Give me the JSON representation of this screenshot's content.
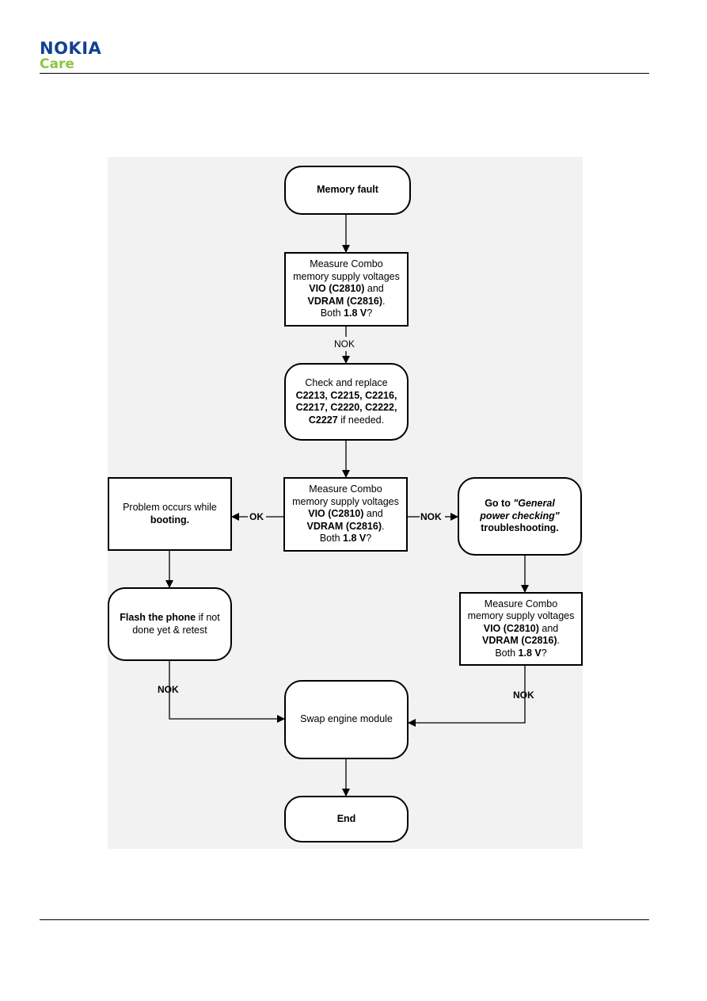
{
  "header": {
    "brand": "NOKIA",
    "sub_brand": "Care"
  },
  "colors": {
    "nokia_blue": "#124191",
    "care_green": "#8dc63f",
    "diagram_bg": "#f2f2f2"
  },
  "flow": {
    "memory_fault": "Memory fault",
    "measure1": {
      "l1": "Measure Combo",
      "l2": "memory supply voltages",
      "vio": "VIO (C2810)",
      "and": " and",
      "vdram": "VDRAM (C2816)",
      "dot": ".",
      "both": "Both  ",
      "volt": "1.8 V",
      "q": "?"
    },
    "check_replace": {
      "l1": "Check and replace",
      "l2": "C2213, C2215, C2216,",
      "l3": "C2217, C2220, C2222,",
      "l4b": "C2227",
      "l4": " if needed."
    },
    "measure2": {
      "l1": "Measure Combo",
      "l2": "memory supply voltages",
      "vio": "VIO (C2810)",
      "and": " and",
      "vdram": "VDRAM (C2816)",
      "dot": ".",
      "both": "Both  ",
      "volt": "1.8 V",
      "q": "?"
    },
    "problem": {
      "l1": "Problem occurs while",
      "l2": "booting."
    },
    "goto": {
      "l1a": "Go to ",
      "l1b": "\"General",
      "l2": "power checking\"",
      "l3": "troubleshooting."
    },
    "flash": {
      "l1b": "Flash the phone",
      "l1": " if not",
      "l2": "done yet & retest"
    },
    "measure3": {
      "l1": "Measure Combo",
      "l2": "memory supply voltages",
      "vio": "VIO (C2810)",
      "and": " and",
      "vdram": "VDRAM (C2816)",
      "dot": ".",
      "both": "Both  ",
      "volt": "1.8 V",
      "q": "?"
    },
    "swap": "Swap engine module",
    "end": "End",
    "labels": {
      "nok1": "NOK",
      "ok": "OK",
      "nok2": "NOK",
      "nok_left": "NOK",
      "nok_right": "NOK"
    }
  }
}
